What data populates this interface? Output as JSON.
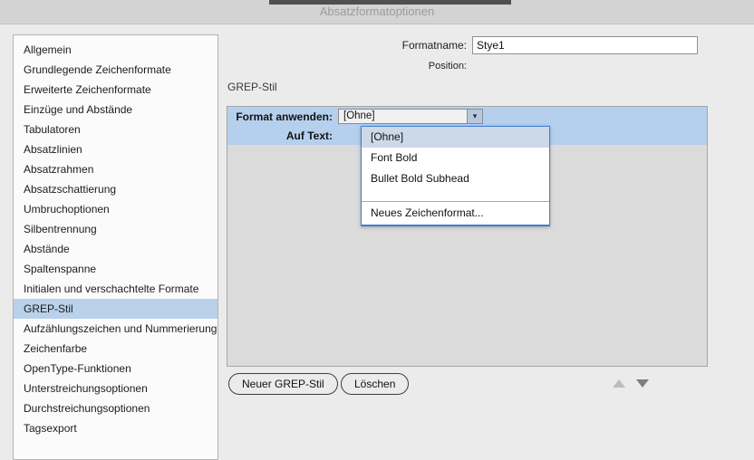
{
  "window": {
    "title": "Absatzformatoptionen"
  },
  "sidebar": {
    "items": [
      {
        "label": "Allgemein",
        "selected": false
      },
      {
        "label": "Grundlegende Zeichenformate",
        "selected": false
      },
      {
        "label": "Erweiterte Zeichenformate",
        "selected": false
      },
      {
        "label": "Einzüge und Abstände",
        "selected": false
      },
      {
        "label": "Tabulatoren",
        "selected": false
      },
      {
        "label": "Absatzlinien",
        "selected": false
      },
      {
        "label": "Absatzrahmen",
        "selected": false
      },
      {
        "label": "Absatzschattierung",
        "selected": false
      },
      {
        "label": "Umbruchoptionen",
        "selected": false
      },
      {
        "label": "Silbentrennung",
        "selected": false
      },
      {
        "label": "Abstände",
        "selected": false
      },
      {
        "label": "Spaltenspanne",
        "selected": false
      },
      {
        "label": "Initialen und verschachtelte Formate",
        "selected": false
      },
      {
        "label": "GREP-Stil",
        "selected": true
      },
      {
        "label": "Aufzählungszeichen und Nummerierung",
        "selected": false
      },
      {
        "label": "Zeichenfarbe",
        "selected": false
      },
      {
        "label": "OpenType-Funktionen",
        "selected": false
      },
      {
        "label": "Unterstreichungsoptionen",
        "selected": false
      },
      {
        "label": "Durchstreichungsoptionen",
        "selected": false
      },
      {
        "label": "Tagsexport",
        "selected": false
      }
    ]
  },
  "header": {
    "format_name_label": "Formatname:",
    "format_name_value": "Stye1",
    "position_label": "Position:"
  },
  "panel": {
    "heading": "GREP-Stil",
    "apply_format_label": "Format anwenden:",
    "apply_format_value": "[Ohne]",
    "to_text_label": "Auf Text:"
  },
  "dropdown": {
    "items": [
      "[Ohne]",
      "Font Bold",
      "Bullet Bold Subhead"
    ],
    "selected_index": 0,
    "footer_label": "Neues Zeichenformat...",
    "chevron_glyph": "▾"
  },
  "footer_buttons": {
    "new_grep_label": "Neuer GREP-Stil",
    "delete_label": "Löschen"
  },
  "colors": {
    "row_selection_blue": "#b5d0ed",
    "sidebar_selection_blue": "#b9d1ea",
    "popup_border_blue": "#3f7ed9",
    "popup_item_highlight": "#ccd9e8",
    "dialog_background": "#ebebeb"
  }
}
